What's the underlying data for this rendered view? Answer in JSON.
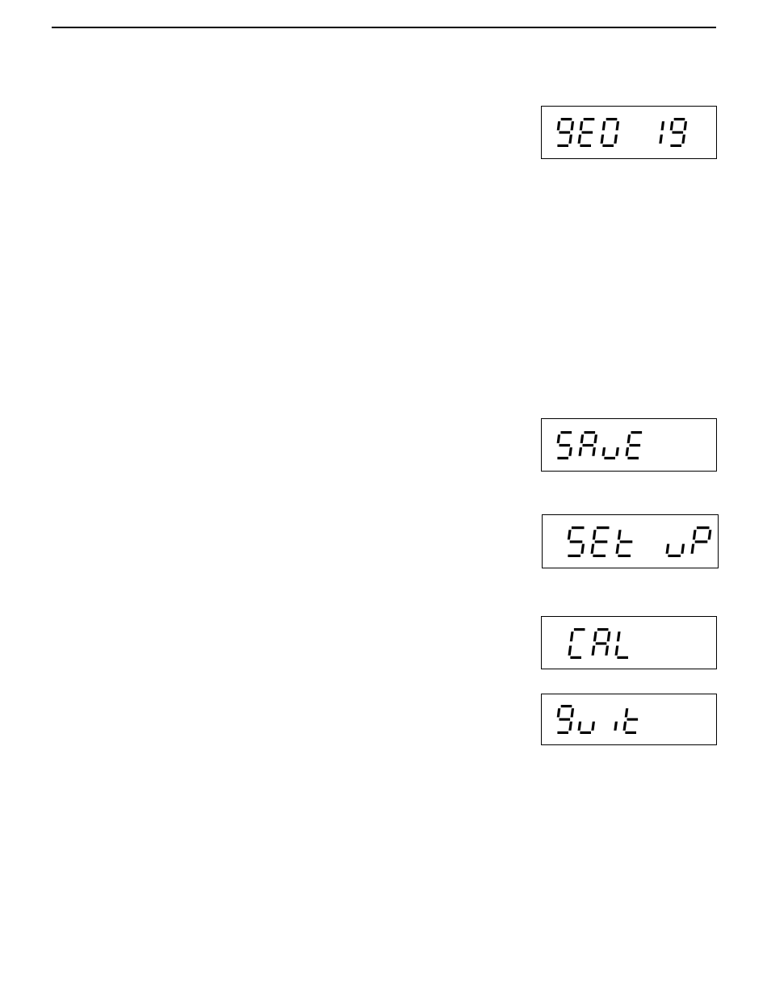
{
  "displays": [
    {
      "id": "geo",
      "text": "9EO 19"
    },
    {
      "id": "save",
      "text": "SAuE"
    },
    {
      "id": "setup",
      "text": "SEt uP"
    },
    {
      "id": "cal",
      "text": "CAL"
    },
    {
      "id": "quit",
      "text": "9uit"
    }
  ]
}
